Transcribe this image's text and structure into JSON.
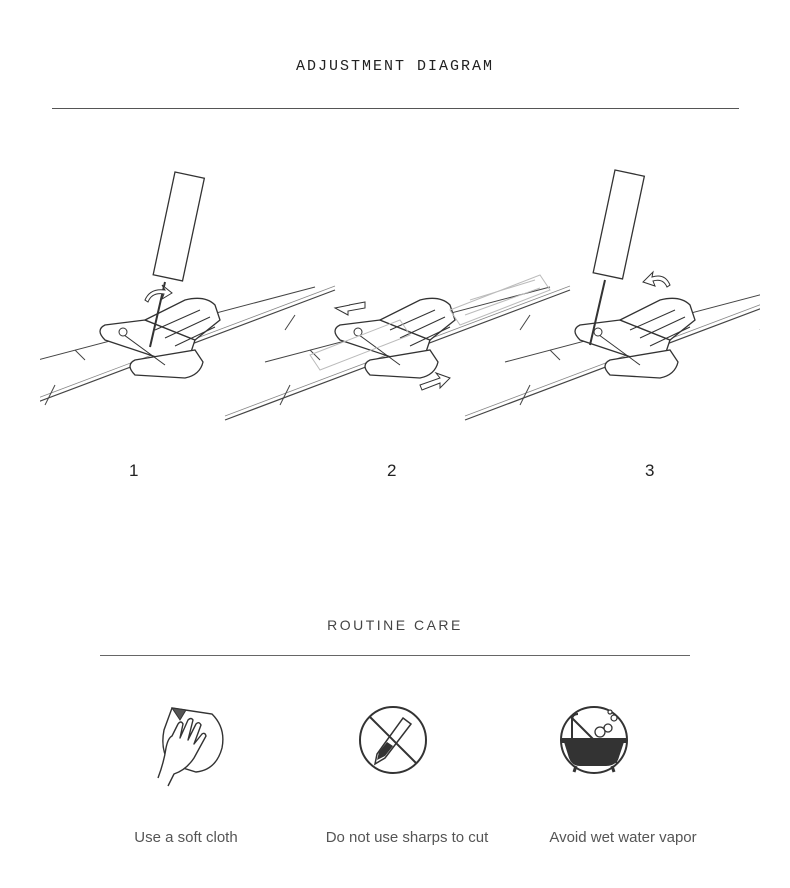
{
  "header": {
    "title": "ADJUSTMENT DIAGRAM"
  },
  "steps": [
    {
      "number": "1",
      "icon": "pin-tool-push-icon"
    },
    {
      "number": "2",
      "icon": "link-slide-icon"
    },
    {
      "number": "3",
      "icon": "pin-tool-reinsert-icon"
    }
  ],
  "care": {
    "title": "ROUTINE CARE",
    "items": [
      {
        "label": "Use a soft cloth",
        "icon": "hand-cloth-icon"
      },
      {
        "label": "Do not use sharps to cut",
        "icon": "no-knife-icon"
      },
      {
        "label": "Avoid wet water vapor",
        "icon": "no-bathtub-icon"
      }
    ]
  }
}
